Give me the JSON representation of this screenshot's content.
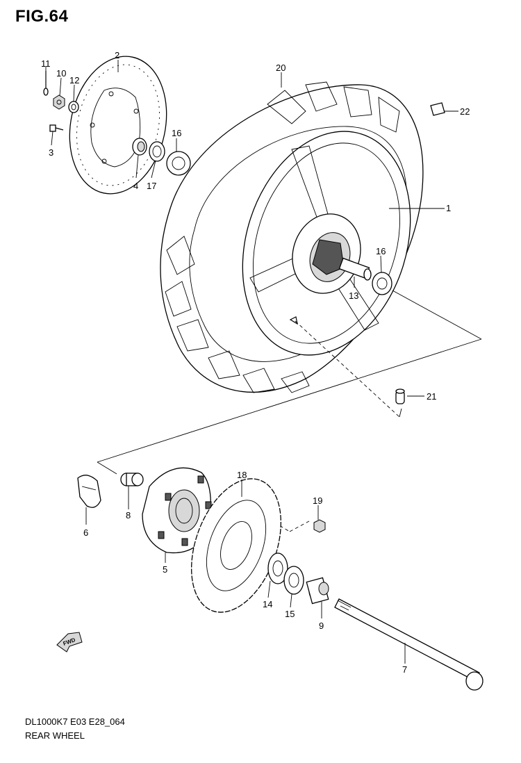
{
  "figure": {
    "title": "FIG.64",
    "model_code": "DL1000K7 E03 E28_064",
    "name": "REAR WHEEL"
  },
  "callouts": [
    "1",
    "2",
    "3",
    "4",
    "5",
    "6",
    "7",
    "8",
    "9",
    "10",
    "11",
    "12",
    "13",
    "14",
    "15",
    "16",
    "16",
    "17",
    "18",
    "19",
    "20",
    "21",
    "22"
  ],
  "icons": {
    "fwd_arrow": "fwd-arrow-icon",
    "fwd_label": "FWD"
  }
}
